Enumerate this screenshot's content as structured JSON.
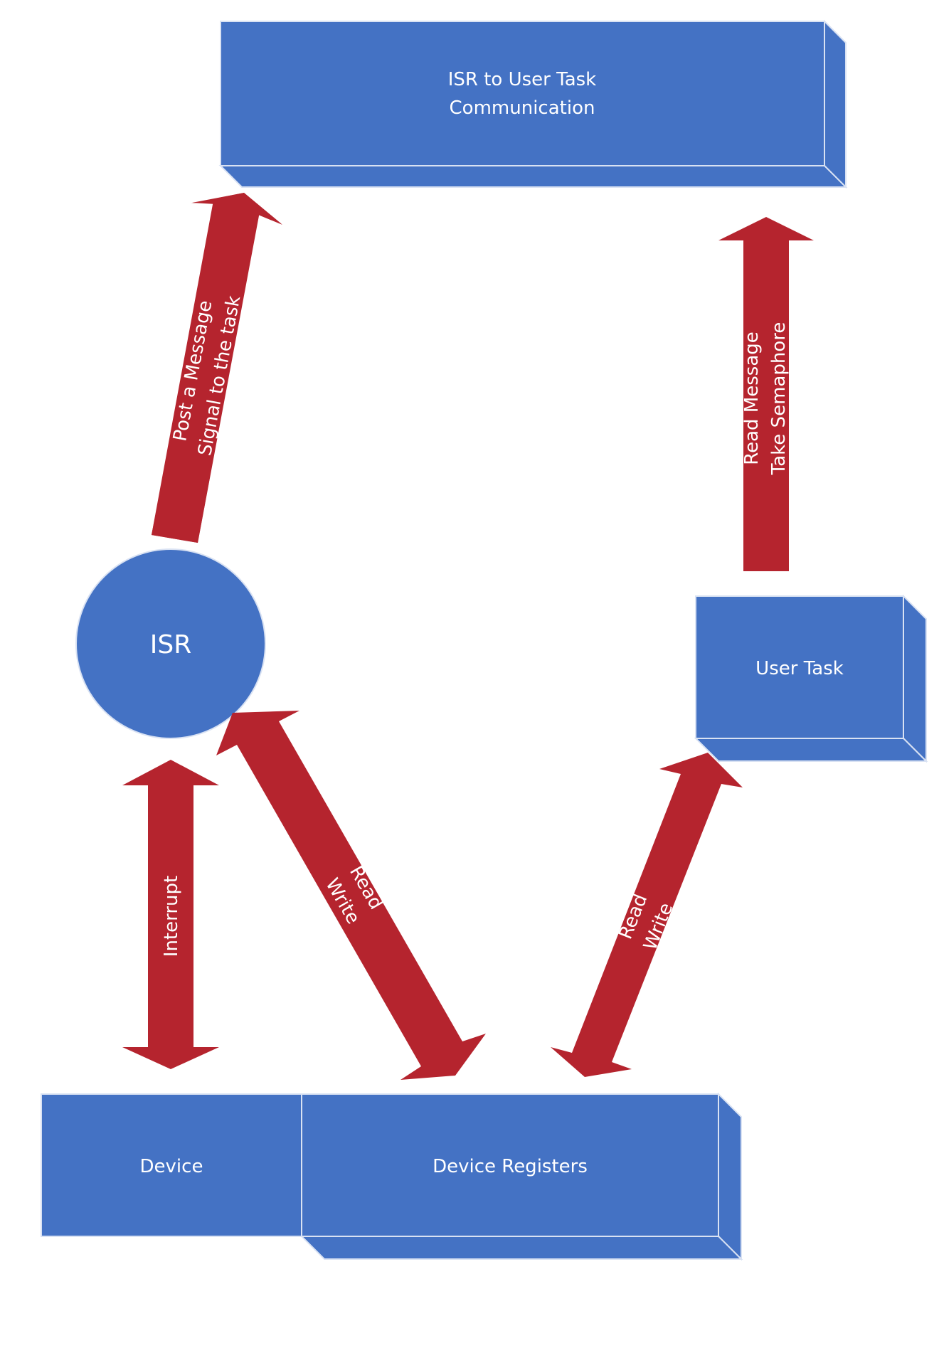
{
  "nodes": {
    "top_box": {
      "line1": "ISR to User Task",
      "line2": "Communication"
    },
    "isr": {
      "label": "ISR"
    },
    "user_task": {
      "label": "User Task"
    },
    "device": {
      "label": "Device"
    },
    "device_registers": {
      "label": "Device Registers"
    }
  },
  "arrows": {
    "post_message": {
      "line1": "Post a Message",
      "line2": "Signal to the task"
    },
    "read_message": {
      "line1": "Read Message",
      "line2": "Take Semaphore"
    },
    "interrupt": {
      "label": "Interrupt"
    },
    "isr_read_write": {
      "line1": "Read",
      "line2": "Write"
    },
    "task_read_write": {
      "line1": "Read",
      "line2": "Write"
    }
  },
  "colors": {
    "box_fill": "#4472C4",
    "arrow_fill": "#B5242E",
    "text": "#FFFFFF"
  }
}
